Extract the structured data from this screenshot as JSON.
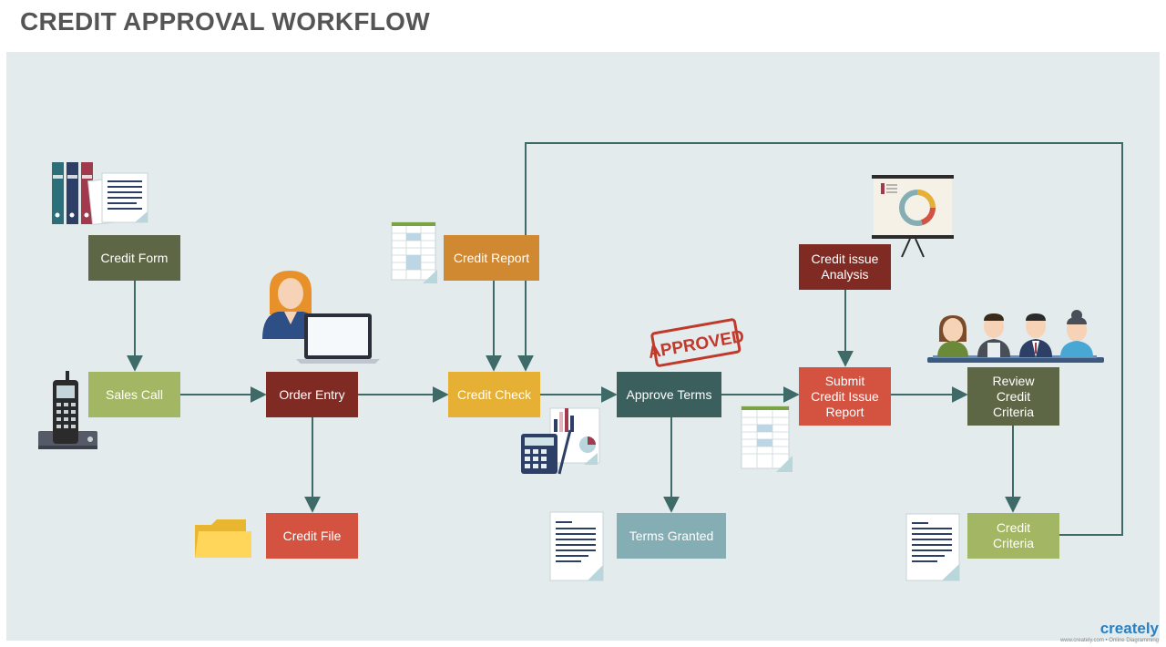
{
  "title": "CREDIT APPROVAL WORKFLOW",
  "nodes": {
    "credit_form": {
      "label": "Credit Form",
      "color": "#5d6745"
    },
    "sales_call": {
      "label": "Sales Call",
      "color": "#a3b663"
    },
    "order_entry": {
      "label": "Order Entry",
      "color": "#7f2a23"
    },
    "credit_file": {
      "label": "Credit File",
      "color": "#d35240"
    },
    "credit_report": {
      "label": "Credit Report",
      "color": "#d08831"
    },
    "credit_check": {
      "label": "Credit Check",
      "color": "#e6b034"
    },
    "approve_terms": {
      "label": "Approve Terms",
      "color": "#3a5f5d"
    },
    "terms_granted": {
      "label": "Terms Granted",
      "color": "#84aeb3"
    },
    "credit_issue_analysis": {
      "label": "Credit issue\nAnalysis",
      "color": "#7f2a23"
    },
    "submit_credit_issue_report": {
      "label": "Submit\nCredit Issue\nReport",
      "color": "#d35240"
    },
    "review_credit_criteria": {
      "label": "Review\nCredit\nCriteria",
      "color": "#5d6745"
    },
    "credit_criteria": {
      "label": "Credit\nCriteria",
      "color": "#a3b663"
    }
  },
  "stamp_text": "APPROVED",
  "watermark": {
    "brand": "creately",
    "tagline": "www.creately.com • Online Diagramming"
  },
  "colors": {
    "background": "#e3ebec",
    "connector": "#3e6b68",
    "title": "#555555"
  }
}
